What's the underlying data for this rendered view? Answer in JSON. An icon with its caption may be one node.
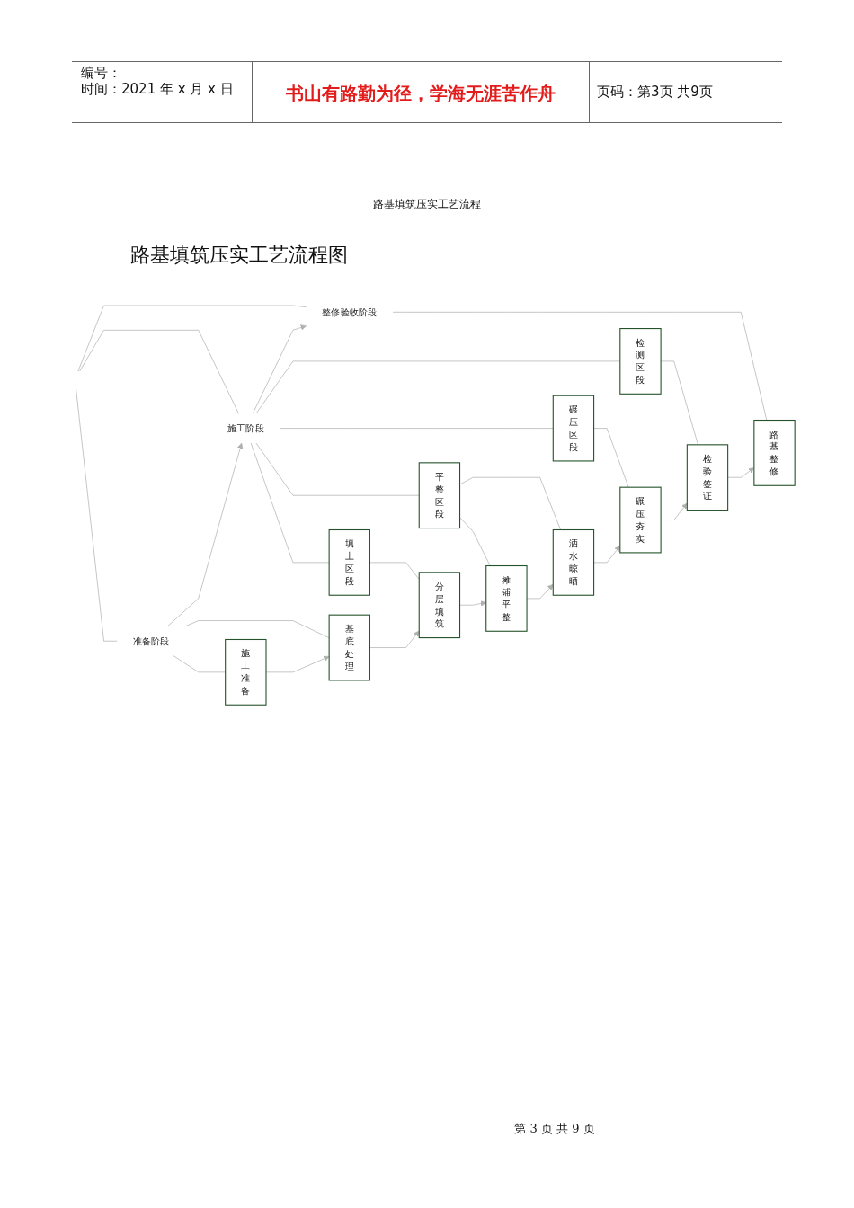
{
  "diagram": {
    "title": "路基填筑压实工艺流程图",
    "nodes": [
      {
        "text": [
          "准备阶段"
        ]
      },
      {
        "text": [
          "施工阶段"
        ]
      },
      {
        "text": [
          "整修验收阶段"
        ]
      },
      {
        "text": [
          "填土区段"
        ]
      },
      {
        "text": [
          "平整区段"
        ]
      },
      {
        "text": [
          "碾压区段"
        ]
      },
      {
        "text": [
          "检测区段"
        ]
      },
      {
        "text": [
          "施工准备"
        ]
      },
      {
        "text": [
          "基底处理"
        ]
      },
      {
        "text": [
          "分层填筑"
        ]
      },
      {
        "text": [
          "摊铺平整"
        ]
      },
      {
        "text": [
          "洒水晾晒"
        ]
      },
      {
        "text": [
          "碾压夯实"
        ]
      },
      {
        "text": [
          "检验签证"
        ]
      },
      {
        "text": [
          "路基整修"
        ]
      }
    ],
    "edges": [
      {
        "from": null,
        "to": 0,
        "arrow": "none"
      },
      {
        "from": null,
        "to": 1,
        "arrow": "none"
      },
      {
        "from": null,
        "to": 2,
        "arrow": "none"
      },
      {
        "from": 0,
        "to": 1,
        "arrow": "to"
      },
      {
        "from": 1,
        "to": 2,
        "arrow": "to"
      },
      {
        "from": 0,
        "to": 7,
        "arrow": "none"
      },
      {
        "from": 0,
        "to": 8,
        "arrow": "none"
      },
      {
        "from": 1,
        "to": 3,
        "arrow": "none"
      },
      {
        "from": 1,
        "to": 4,
        "arrow": "none"
      },
      {
        "from": 1,
        "to": 5,
        "arrow": "none"
      },
      {
        "from": 1,
        "to": 6,
        "arrow": "none"
      },
      {
        "from": 2,
        "to": 14,
        "arrow": "none"
      },
      {
        "from": 3,
        "to": 9,
        "arrow": "none"
      },
      {
        "from": 4,
        "to": 10,
        "arrow": "none"
      },
      {
        "from": 4,
        "to": 11,
        "arrow": "none"
      },
      {
        "from": 5,
        "to": 12,
        "arrow": "none"
      },
      {
        "from": 6,
        "to": 13,
        "arrow": "none"
      },
      {
        "from": 7,
        "to": 8,
        "arrow": "to"
      },
      {
        "from": 8,
        "to": 9,
        "arrow": "to"
      },
      {
        "from": 9,
        "to": 10,
        "arrow": "to"
      },
      {
        "from": 10,
        "to": 11,
        "arrow": "to"
      },
      {
        "from": 11,
        "to": 12,
        "arrow": "to"
      },
      {
        "from": 12,
        "to": 13,
        "arrow": "to"
      },
      {
        "from": 13,
        "to": 14,
        "arrow": "to"
      }
    ],
    "labels": [
      "编号：",
      "时间：2021 年 x 月 x 日",
      "书山有路勤为径，学海无涯苦作舟",
      "页码：第3页 共9页",
      "路基填筑压实工艺流程",
      "第 3 页 共 9 页"
    ]
  }
}
